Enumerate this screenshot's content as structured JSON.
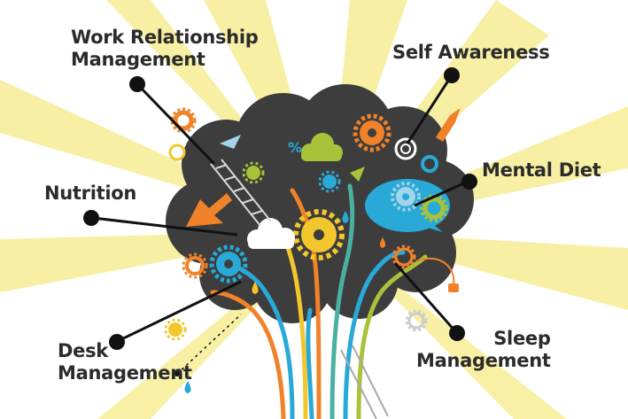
{
  "labels": {
    "work_relationship": [
      "Work Relationship",
      "Management"
    ],
    "self_awareness": "Self Awareness",
    "nutrition": "Nutrition",
    "mental_diet": "Mental Diet",
    "desk": [
      "Desk",
      "Management"
    ],
    "sleep": [
      "Sleep",
      "Management"
    ]
  },
  "colors": {
    "brain": "#3d3d3d",
    "rays": "#f7ee9a",
    "orange": "#f0832a",
    "blue": "#29a9d8",
    "yellow": "#f2c72e",
    "green": "#a8c23a",
    "teal": "#4ab0a0",
    "leader": "#111111"
  },
  "icons": [
    "gear-icon",
    "cloud-icon",
    "arrow-icon",
    "water-drop-icon",
    "ladder-icon",
    "percent-icon",
    "plug-icon",
    "target-icon"
  ],
  "glyphs": {
    "percent": "%"
  }
}
